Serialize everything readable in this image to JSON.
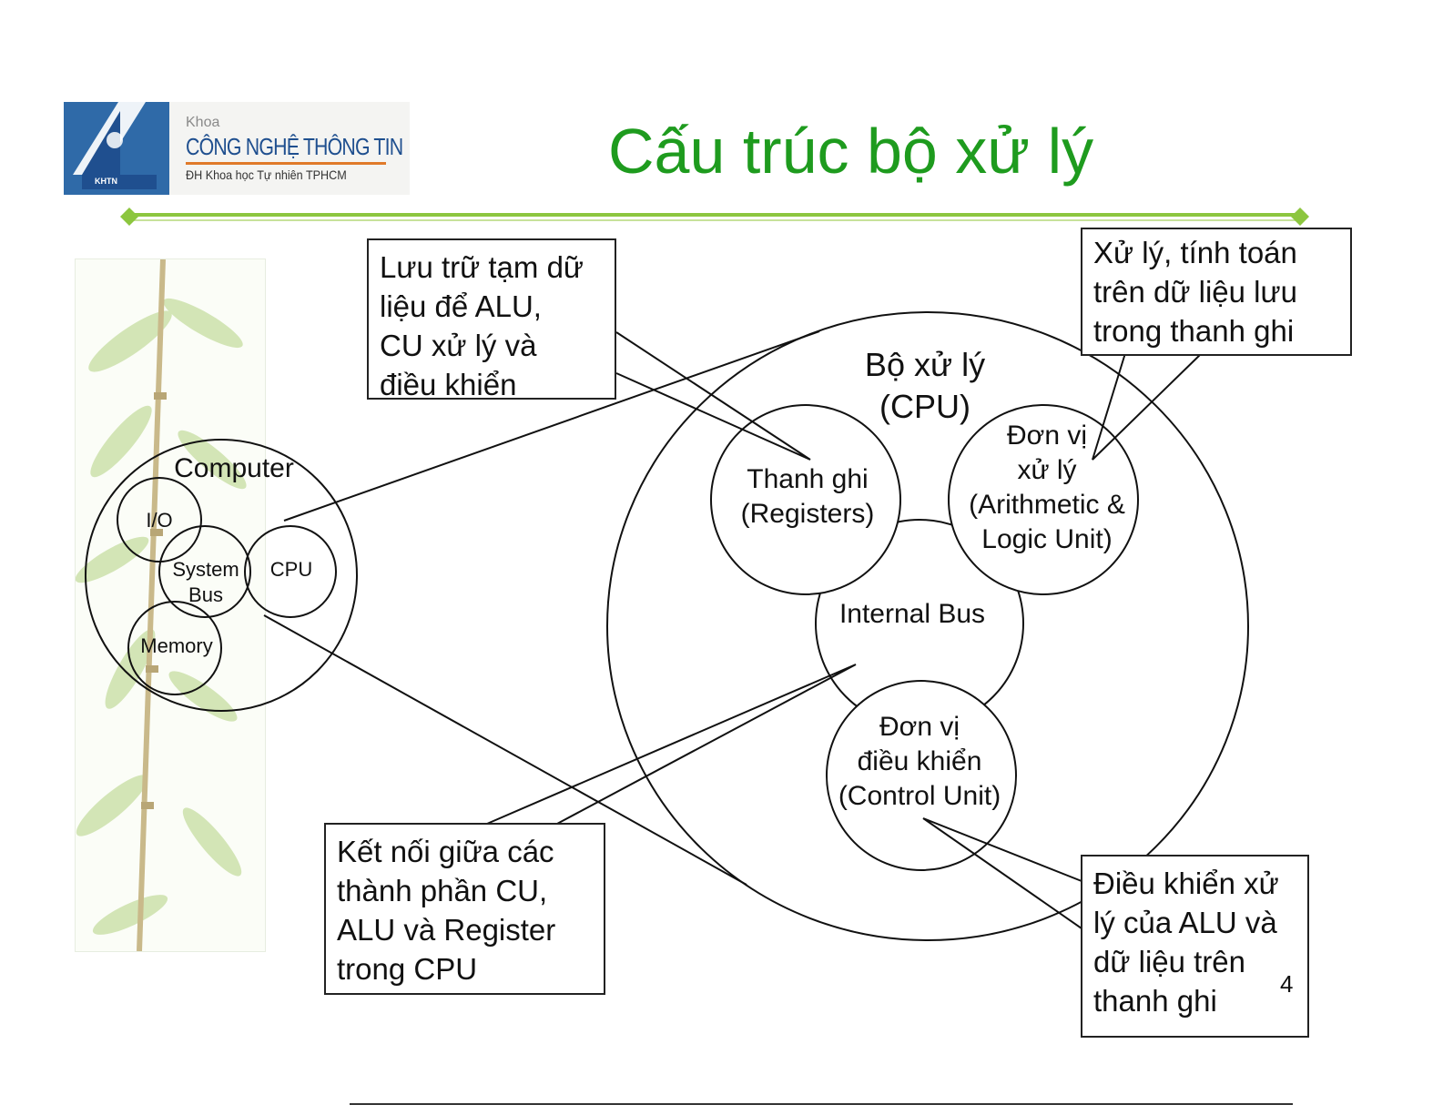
{
  "header": {
    "title": "Cấu trúc bộ xử lý",
    "logo": {
      "line1": "Khoa",
      "line2": "CÔNG NGHỆ THÔNG TIN",
      "line3": "ĐH Khoa học Tự nhiên TPHCM",
      "emblem_text": "KHTN"
    },
    "accent_color": "#8cc63f"
  },
  "computer_diagram": {
    "title": "Computer",
    "io": "I/O",
    "system_bus": "System\nBus",
    "cpu": "CPU",
    "memory": "Memory"
  },
  "cpu_diagram": {
    "title": "Bộ xử lý\n(CPU)",
    "registers": "Thanh ghi\n(Registers)",
    "alu": "Đơn vị\nxử lý\n(Arithmetic &\nLogic Unit)",
    "internal_bus": "Internal Bus",
    "control_unit": "Đơn vị\nđiều khiển\n(Control Unit)"
  },
  "callouts": {
    "registers_note": "Lưu trữ tạm dữ\nliệu để ALU,\nCU xử lý và\nđiều khiển",
    "alu_note": "Xử lý, tính toán\ntrên dữ liệu lưu\ntrong thanh ghi",
    "bus_note": "Kết nối giữa các\nthành phần CU,\nALU và Register\ntrong CPU",
    "cu_note": "Điều khiển xử\nlý của ALU và\ndữ liệu trên\nthanh ghi"
  },
  "page_number": "4"
}
